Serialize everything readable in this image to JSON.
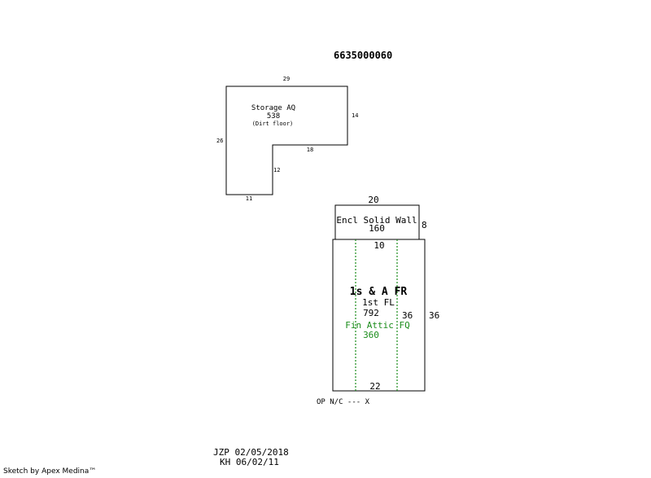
{
  "parcel_id": "6635000060",
  "storage": {
    "label": "Storage AQ",
    "area": "538",
    "note": "(Dirt floor)",
    "dims": {
      "top": "29",
      "right": "14",
      "left": "26",
      "inner_horizontal": "18",
      "inner_vertical": "12",
      "bottom": "11"
    }
  },
  "enclosure": {
    "label": "Encl Solid Wall",
    "area": "160",
    "dims": {
      "top": "20",
      "right": "8"
    }
  },
  "main": {
    "title": "1s & A FR",
    "sub_label": "1st FL",
    "sub_area": "792",
    "attic_label": "Fin Attic FQ",
    "attic_area": "360",
    "dims": {
      "top_inner": "10",
      "inner_right": "36",
      "right": "36",
      "bottom": "22"
    },
    "colors": {
      "attic_line": "#1a8c1a"
    }
  },
  "op_note": "OP N/C --- X",
  "stamps": [
    "JZP 02/05/2018",
    "KH 06/02/11"
  ],
  "credit": "Sketch by Apex Medina™"
}
